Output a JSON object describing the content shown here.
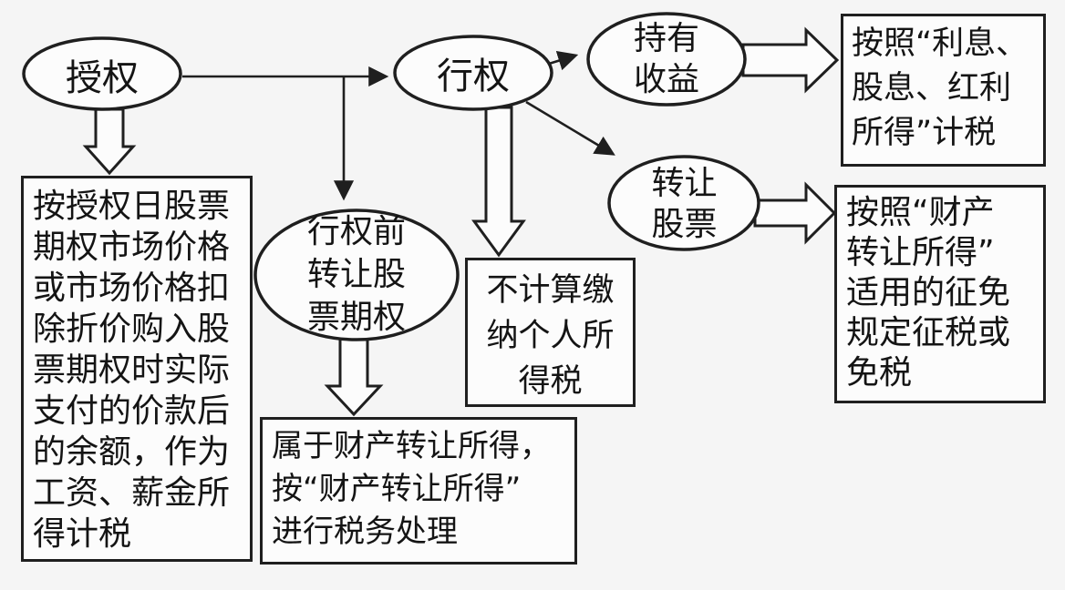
{
  "colors": {
    "background": "#f5f5f5",
    "stroke": "#1f1f1f",
    "node-fill": "#fcfcfc",
    "text": "#141414"
  },
  "nodes": {
    "grant": {
      "label": "授权"
    },
    "exercise": {
      "label": "行权"
    },
    "holding_income": {
      "label": "持有\n收益"
    },
    "transfer_stock": {
      "label": "转让\n股票"
    },
    "pre_exercise_transfer": {
      "label": "行权前\n转让股\n票期权"
    }
  },
  "boxes": {
    "wage_tax": {
      "text": "按授权日股票\n期权市场价格\n或市场价格扣\n除折价购入股\n票期权时实际\n支付的价款后\n的余额，作为\n工资、薪金所\n得计税"
    },
    "interest_dividend_tax": {
      "text": "按照“利息、\n股息、红利\n所得”计税"
    },
    "property_transfer_exemption": {
      "text": "按照“财产\n转让所得”\n适用的征免\n规定征税或\n免税"
    },
    "no_personal_income_tax": {
      "text": "不计算缴\n纳个人所\n得税"
    },
    "property_transfer_treatment": {
      "text": "属于财产转让所得，\n按“财产转让所得”\n进行税务处理"
    }
  }
}
